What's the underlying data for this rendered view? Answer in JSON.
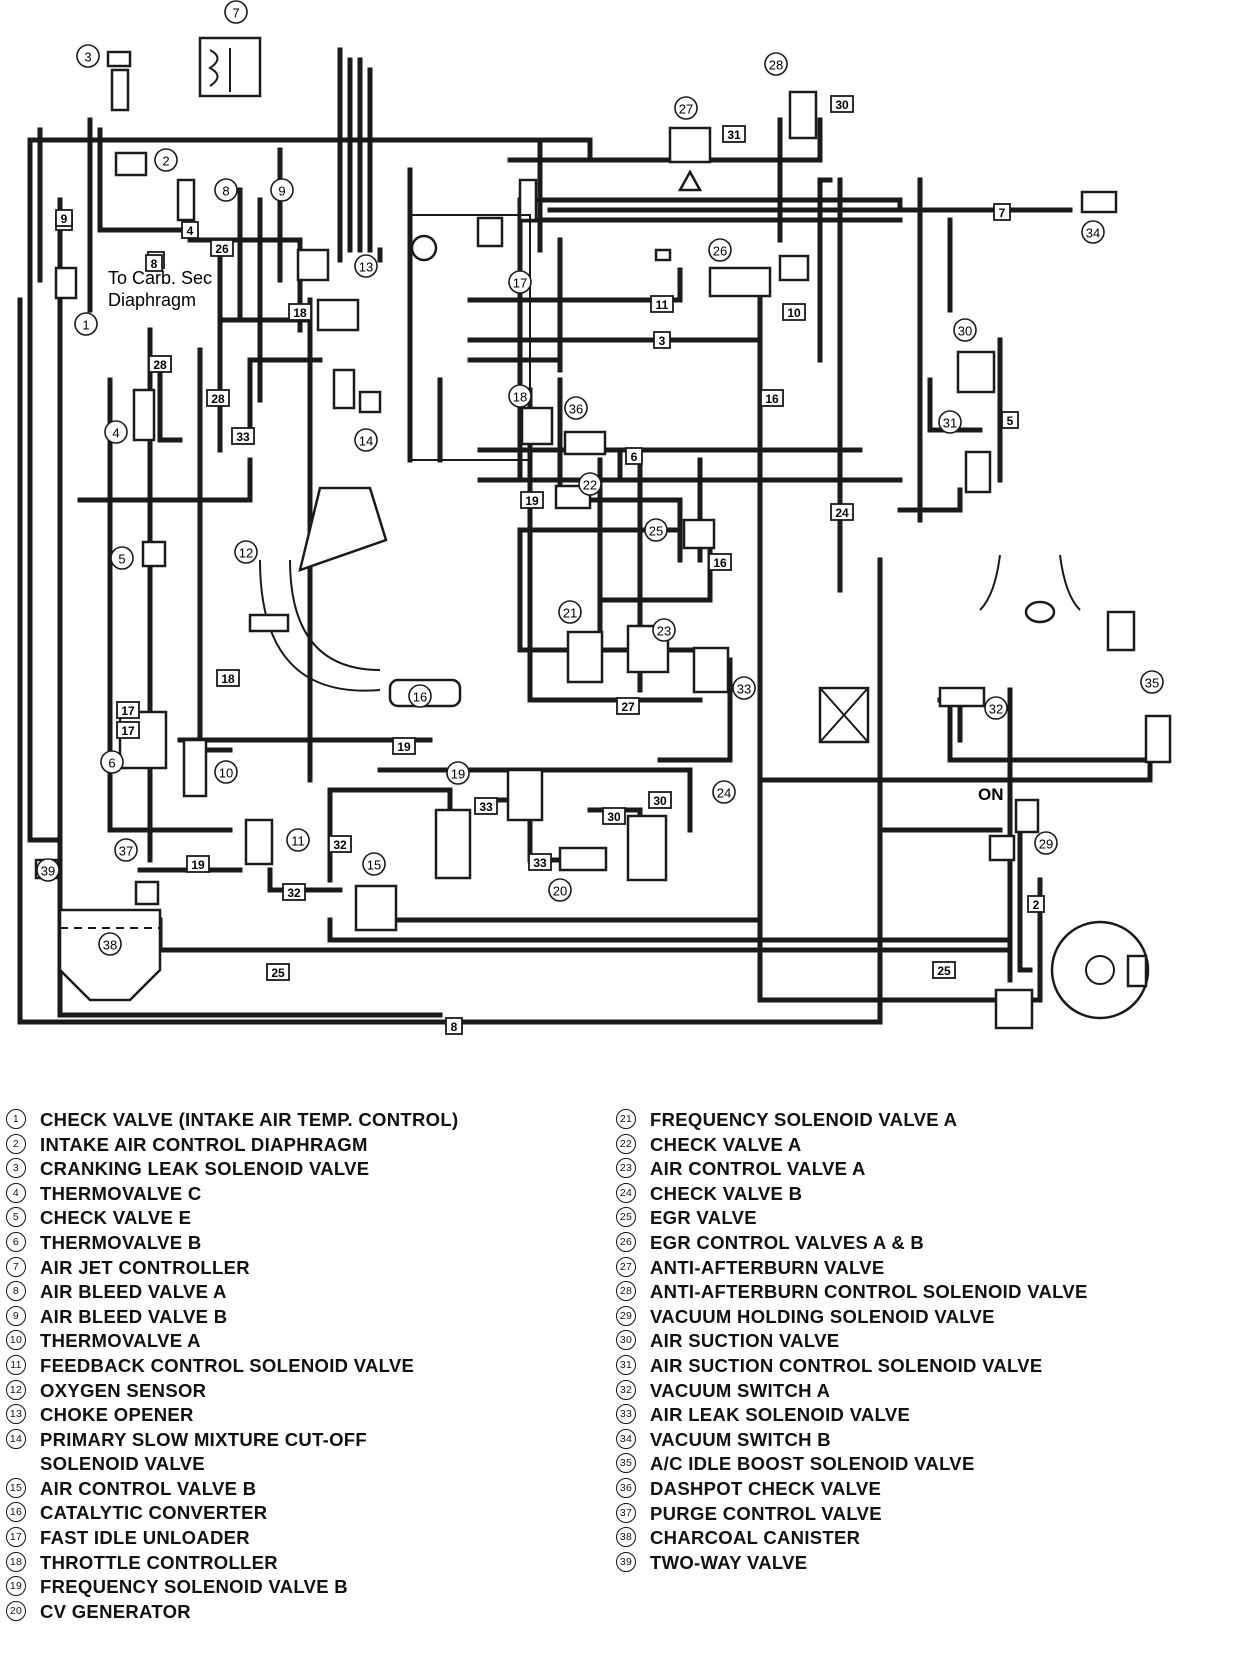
{
  "diagram": {
    "note_line1": "To Carb. Sec",
    "note_line2": "Diaphragm",
    "on_label": "ON",
    "hose_tags": [
      "2",
      "3",
      "4",
      "5",
      "6",
      "7",
      "7",
      "8",
      "8",
      "8",
      "9",
      "10",
      "11",
      "16",
      "16",
      "17",
      "17",
      "18",
      "18",
      "19",
      "19",
      "19",
      "24",
      "25",
      "25",
      "26",
      "27",
      "28",
      "28",
      "30",
      "30",
      "30",
      "31",
      "32",
      "32",
      "33",
      "33",
      "33"
    ],
    "callouts": [
      "1",
      "2",
      "3",
      "4",
      "5",
      "6",
      "7",
      "8",
      "9",
      "10",
      "11",
      "12",
      "13",
      "14",
      "15",
      "16",
      "17",
      "18",
      "19",
      "20",
      "21",
      "22",
      "23",
      "24",
      "25",
      "26",
      "27",
      "28",
      "29",
      "30",
      "31",
      "32",
      "33",
      "34",
      "35",
      "36",
      "37",
      "38",
      "39"
    ]
  },
  "legend": {
    "left": [
      {
        "num": "1",
        "label": "CHECK VALVE (INTAKE AIR TEMP. CONTROL)"
      },
      {
        "num": "2",
        "label": "INTAKE AIR CONTROL DIAPHRAGM"
      },
      {
        "num": "3",
        "label": "CRANKING LEAK SOLENOID VALVE"
      },
      {
        "num": "4",
        "label": "THERMOVALVE C"
      },
      {
        "num": "5",
        "label": "CHECK VALVE E"
      },
      {
        "num": "6",
        "label": "THERMOVALVE B"
      },
      {
        "num": "7",
        "label": "AIR JET CONTROLLER"
      },
      {
        "num": "8",
        "label": "AIR BLEED VALVE A"
      },
      {
        "num": "9",
        "label": "AIR BLEED VALVE B"
      },
      {
        "num": "10",
        "label": "THERMOVALVE A"
      },
      {
        "num": "11",
        "label": "FEEDBACK CONTROL SOLENOID VALVE"
      },
      {
        "num": "12",
        "label": "OXYGEN SENSOR"
      },
      {
        "num": "13",
        "label": "CHOKE OPENER"
      },
      {
        "num": "14",
        "label": "PRIMARY SLOW MIXTURE CUT-OFF SOLENOID VALVE"
      },
      {
        "num": "15",
        "label": "AIR CONTROL VALVE B"
      },
      {
        "num": "16",
        "label": "CATALYTIC CONVERTER"
      },
      {
        "num": "17",
        "label": "FAST IDLE UNLOADER"
      },
      {
        "num": "18",
        "label": "THROTTLE CONTROLLER"
      },
      {
        "num": "19",
        "label": "FREQUENCY SOLENOID VALVE B"
      },
      {
        "num": "20",
        "label": "CV GENERATOR"
      }
    ],
    "right": [
      {
        "num": "21",
        "label": "FREQUENCY SOLENOID VALVE A"
      },
      {
        "num": "22",
        "label": "CHECK VALVE A"
      },
      {
        "num": "23",
        "label": "AIR CONTROL VALVE A"
      },
      {
        "num": "24",
        "label": "CHECK VALVE B"
      },
      {
        "num": "25",
        "label": "EGR VALVE"
      },
      {
        "num": "26",
        "label": "EGR CONTROL VALVES A & B"
      },
      {
        "num": "27",
        "label": "ANTI-AFTERBURN VALVE"
      },
      {
        "num": "28",
        "label": "ANTI-AFTERBURN CONTROL SOLENOID VALVE"
      },
      {
        "num": "29",
        "label": "VACUUM HOLDING SOLENOID VALVE"
      },
      {
        "num": "30",
        "label": "AIR SUCTION VALVE"
      },
      {
        "num": "31",
        "label": "AIR SUCTION CONTROL SOLENOID VALVE"
      },
      {
        "num": "32",
        "label": "VACUUM SWITCH A"
      },
      {
        "num": "33",
        "label": "AIR LEAK SOLENOID VALVE"
      },
      {
        "num": "34",
        "label": "VACUUM SWITCH B"
      },
      {
        "num": "35",
        "label": "A/C IDLE BOOST SOLENOID VALVE"
      },
      {
        "num": "36",
        "label": "DASHPOT CHECK VALVE"
      },
      {
        "num": "37",
        "label": "PURGE CONTROL VALVE"
      },
      {
        "num": "38",
        "label": "CHARCOAL CANISTER"
      },
      {
        "num": "39",
        "label": "TWO-WAY VALVE"
      }
    ]
  }
}
